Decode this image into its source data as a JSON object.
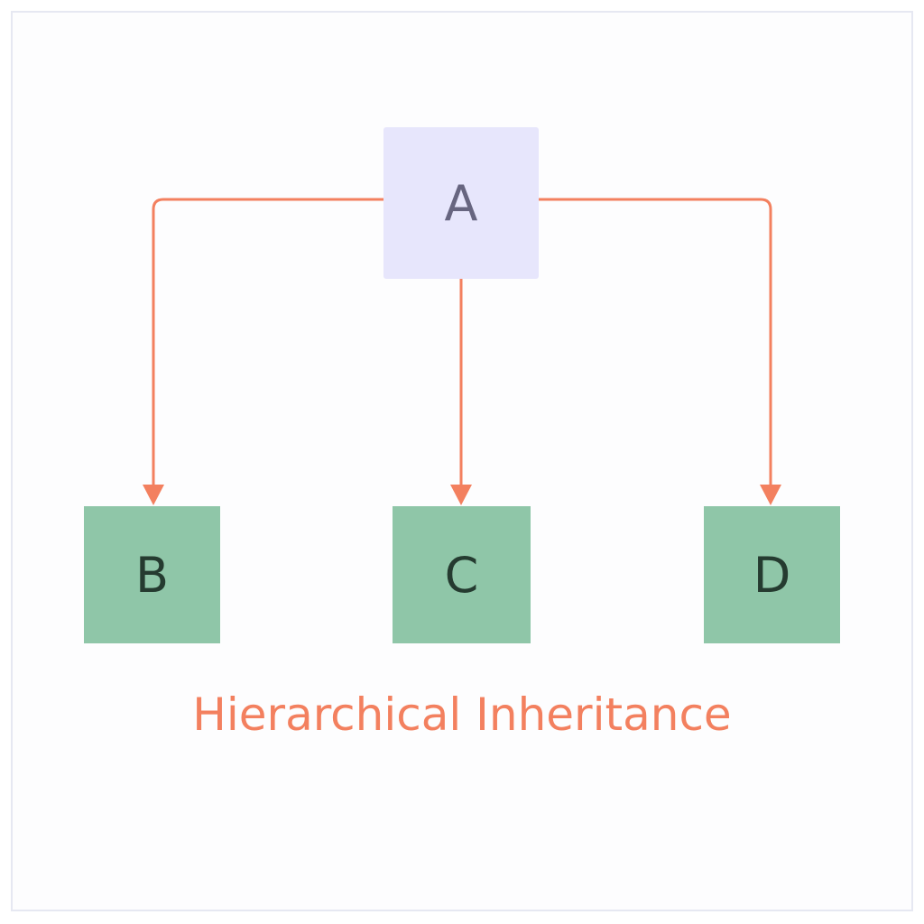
{
  "colors": {
    "arrow": "#f3805f",
    "parent_fill": "#e7e6fc",
    "parent_text": "#676580",
    "child_fill": "#8fc6a8",
    "child_text": "#253b30",
    "caption": "#f3805f"
  },
  "diagram": {
    "parent": {
      "label": "A"
    },
    "children": [
      {
        "label": "B"
      },
      {
        "label": "C"
      },
      {
        "label": "D"
      }
    ],
    "caption": "Hierarchical Inheritance"
  }
}
